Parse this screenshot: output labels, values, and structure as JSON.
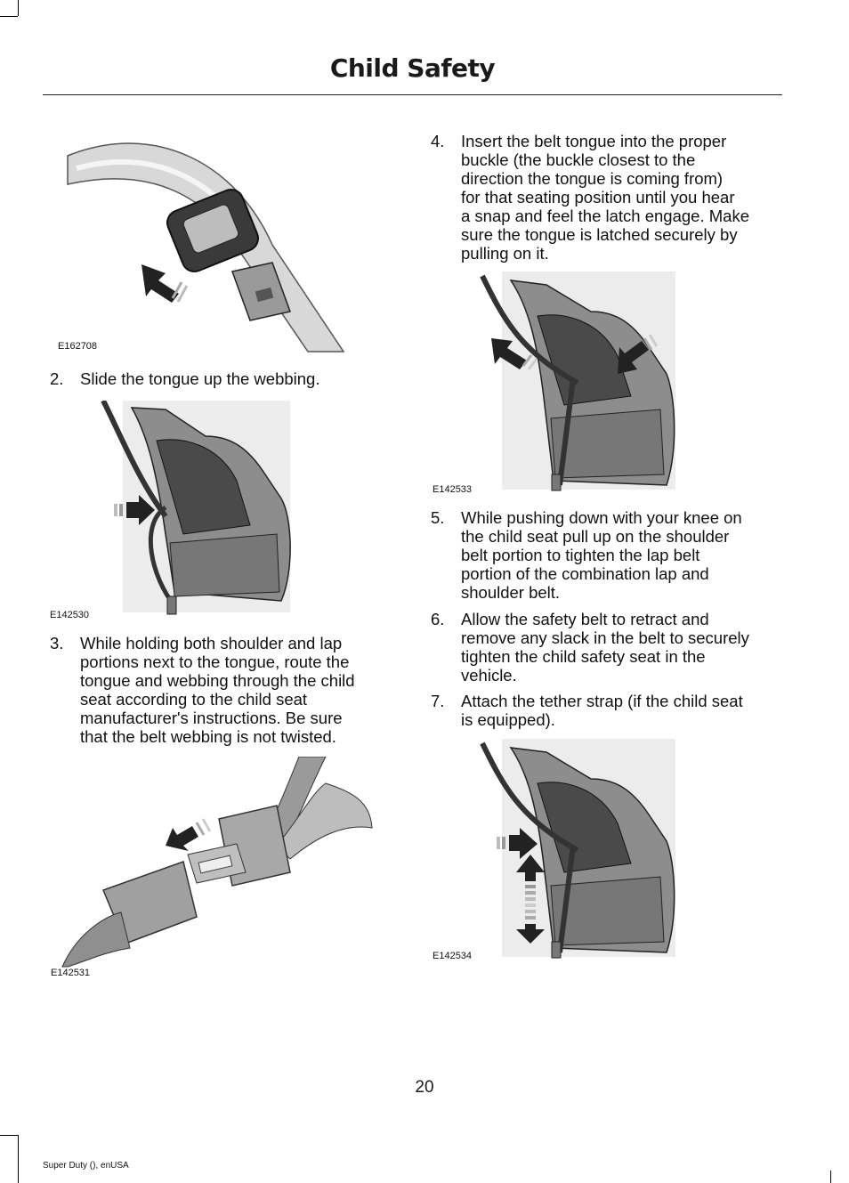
{
  "header": {
    "title": "Child Safety"
  },
  "figures": [
    {
      "code": "E162708"
    },
    {
      "code": "E142530"
    },
    {
      "code": "E142531"
    },
    {
      "code": "E142533"
    },
    {
      "code": "E142534"
    }
  ],
  "steps": [
    {
      "number": "2.",
      "text": "Slide the tongue up the webbing."
    },
    {
      "number": "3.",
      "lines": [
        "While holding both shoulder and lap",
        "portions next to the tongue, route the",
        "tongue and webbing through the child",
        "seat according to the child seat",
        "manufacturer's instructions. Be sure",
        "that the belt webbing is not twisted."
      ]
    },
    {
      "number": "4.",
      "lines": [
        "Insert the belt tongue into the proper",
        "buckle (the buckle closest to the",
        "direction the tongue is coming from)",
        "for that seating position until you hear",
        "a snap and feel the latch engage. Make",
        "sure the tongue is latched securely by",
        "pulling on it."
      ]
    },
    {
      "number": "5.",
      "lines": [
        "While pushing down with your knee on",
        "the child seat pull up on the shoulder",
        "belt portion to tighten the lap belt",
        "portion of the combination lap and",
        "shoulder belt."
      ]
    },
    {
      "number": "6.",
      "lines": [
        "Allow the safety belt to retract and",
        "remove any slack in the belt to securely",
        "tighten the child safety seat in the",
        "vehicle."
      ]
    },
    {
      "number": "7.",
      "lines": [
        "Attach the tether strap (if the child seat",
        "is equipped)."
      ]
    }
  ],
  "page_number": "20",
  "footer": {
    "text": "Super Duty (), enUSA"
  }
}
